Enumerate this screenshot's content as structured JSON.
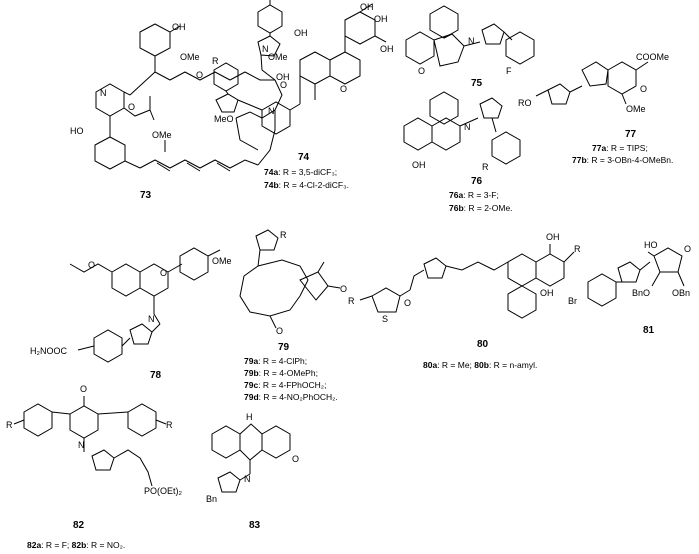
{
  "compounds": [
    {
      "id": "73"
    },
    {
      "id": "74",
      "captions": [
        {
          "label": "74a",
          "text": ": R = 3,5-diCF₃;"
        },
        {
          "label": "74b",
          "text": ": R = 4-Cl-2-diCF₃."
        }
      ]
    },
    {
      "id": "75"
    },
    {
      "id": "76",
      "captions": [
        {
          "label": "76a",
          "text": ": R = 3-F;"
        },
        {
          "label": "76b",
          "text": ": R = 2-OMe."
        }
      ]
    },
    {
      "id": "77",
      "captions": [
        {
          "label": "77a",
          "text": ": R = TIPS;"
        },
        {
          "label": "77b",
          "text": ": R = 3-OBn-4-OMeBn."
        }
      ]
    },
    {
      "id": "78"
    },
    {
      "id": "79",
      "captions": [
        {
          "label": "79a",
          "text": ": R = 4-ClPh;"
        },
        {
          "label": "79b",
          "text": ": R = 4-OMePh;"
        },
        {
          "label": "79c",
          "text": ": R = 4-FPhOCH₂;"
        },
        {
          "label": "79d",
          "text": ": R = 4-NO₂PhOCH₂."
        }
      ]
    },
    {
      "id": "80",
      "captions": [
        {
          "label": "80a",
          "text": ": R = Me; "
        },
        {
          "label": "80b",
          "text": ": R = n-amyl."
        }
      ]
    },
    {
      "id": "81"
    },
    {
      "id": "82",
      "captions": [
        {
          "label": "82a",
          "text": ": R = F; "
        },
        {
          "label": "82b",
          "text": ": R = NO₂."
        }
      ]
    },
    {
      "id": "83"
    }
  ],
  "atom_labels": {
    "oh": "OH",
    "ome": "OMe",
    "meo": "MeO",
    "o": "O",
    "n": "N",
    "nh": "H",
    "r": "R",
    "f": "F",
    "ro": "RO",
    "coome": "COOMe",
    "h2nooc": "H₂NOOC",
    "br": "Br",
    "obn": "OBn",
    "bno": "BnO",
    "po": "PO(OEt)₂",
    "bn": "Bn",
    "s": "S",
    "ho": "HO"
  }
}
